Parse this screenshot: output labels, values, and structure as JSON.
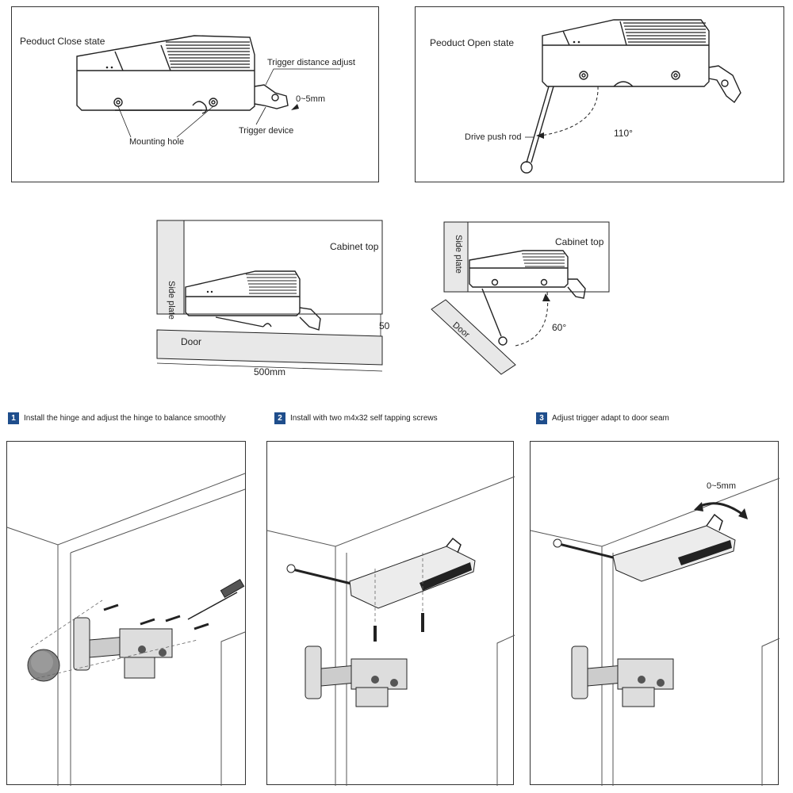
{
  "closed_panel": {
    "title": "Peoduct Close state",
    "label_trigger_adjust": "Trigger distance adjust",
    "label_range": "0~5mm",
    "label_mounting_hole": "Mounting hole",
    "label_trigger_device": "Trigger device"
  },
  "open_panel": {
    "title": "Peoduct Open state",
    "label_push_rod": "Drive push rod",
    "label_angle": "110°"
  },
  "install_left": {
    "label_side_plate": "Side plate",
    "label_cabinet_top": "Cabinet top",
    "label_door": "Door",
    "label_width": "500mm",
    "label_gap": "50"
  },
  "install_right": {
    "label_side_plate": "Side plate",
    "label_cabinet_top": "Cabinet top",
    "label_door": "Door",
    "label_angle": "60°"
  },
  "steps": [
    {
      "num": "1",
      "text": "Install the hinge and adjust the hinge to balance smoothly"
    },
    {
      "num": "2",
      "text": "Install with two m4x32 self tapping screws"
    },
    {
      "num": "3",
      "text": "Adjust trigger adapt to door seam",
      "label_range": "0~5mm"
    }
  ]
}
